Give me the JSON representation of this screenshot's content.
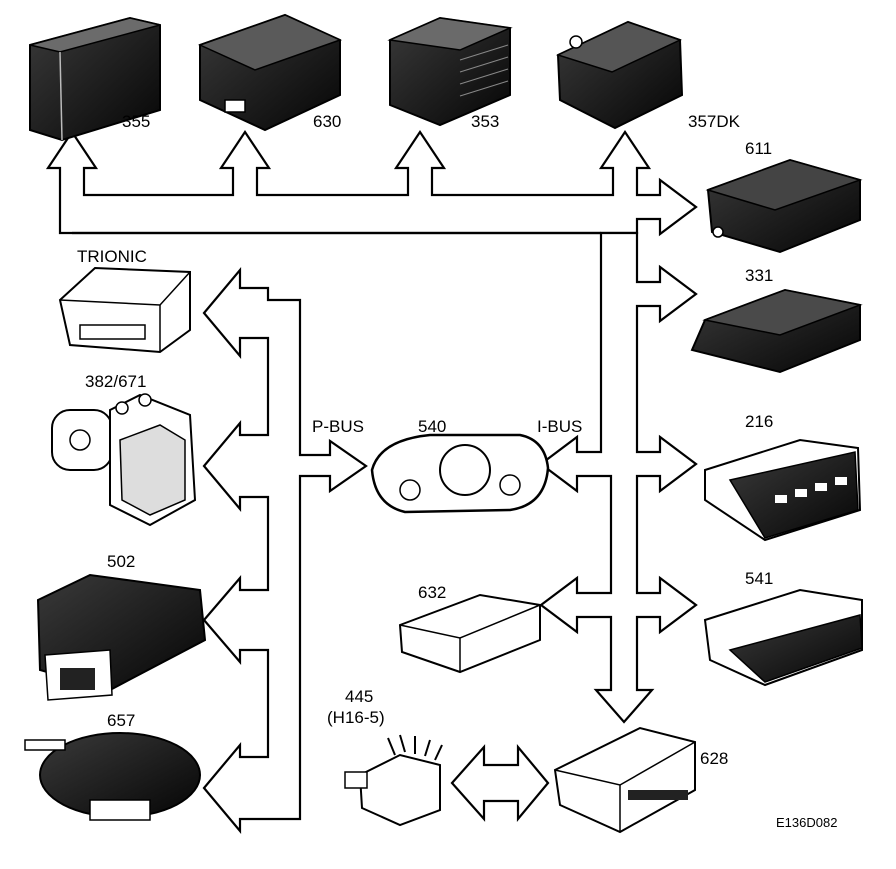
{
  "diagram": {
    "buses": {
      "p_bus": "P-BUS",
      "i_bus": "I-BUS"
    },
    "modules": {
      "m355": "355",
      "m630": "630",
      "m353": "353",
      "m357dk": "357DK",
      "m611": "611",
      "m331": "331",
      "trionic": "TRIONIC",
      "m382": "382/671",
      "m216": "216",
      "m540": "540",
      "m502": "502",
      "m632": "632",
      "m541": "541",
      "m657": "657",
      "m445": "445",
      "m445_sub": "(H16-5)",
      "m628": "628"
    },
    "figure_id": "E136D082"
  }
}
